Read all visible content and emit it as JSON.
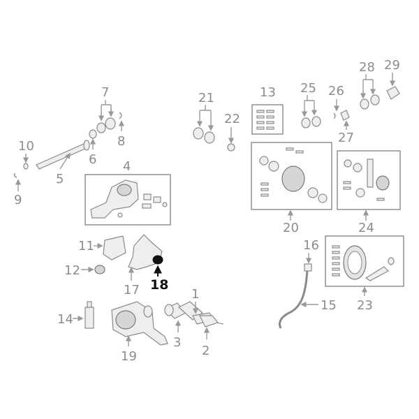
{
  "colors": {
    "callout": "#8c8c8c",
    "highlight": "#111111",
    "line": "#999999",
    "part_fill": "#eeeeee"
  },
  "callouts": {
    "c1": "1",
    "c2": "2",
    "c3": "3",
    "c4": "4",
    "c5": "5",
    "c6": "6",
    "c7": "7",
    "c8": "8",
    "c9": "9",
    "c10": "10",
    "c11": "11",
    "c12": "12",
    "c13": "13",
    "c14": "14",
    "c15": "15",
    "c16": "16",
    "c17": "17",
    "c18": "18",
    "c19": "19",
    "c20": "20",
    "c21": "21",
    "c22": "22",
    "c23": "23",
    "c24": "24",
    "c25": "25",
    "c26": "26",
    "c27": "27",
    "c28": "28",
    "c29": "29"
  },
  "highlighted_part": "18"
}
